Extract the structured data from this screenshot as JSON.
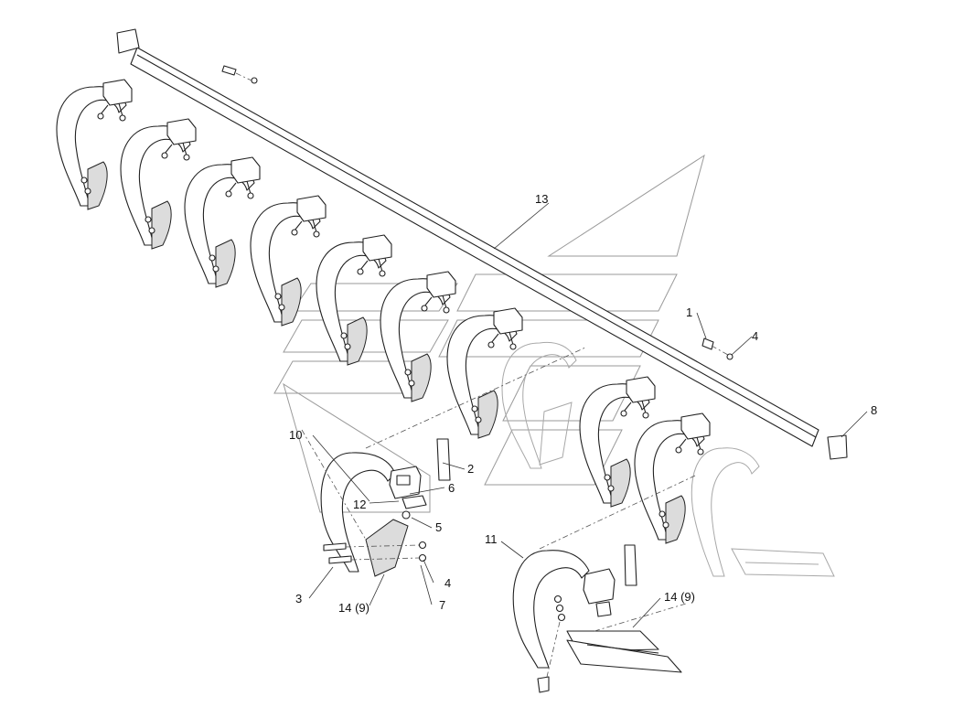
{
  "callouts": {
    "c1": "1",
    "c2": "2",
    "c3": "3",
    "c4a": "4",
    "c4b": "4",
    "c5": "5",
    "c6": "6",
    "c7": "7",
    "c8": "8",
    "c10": "10",
    "c11": "11",
    "c12": "12",
    "c13": "13",
    "c14a": "14 (9)",
    "c14b": "14 (9)"
  },
  "colors": {
    "line": "#222222",
    "ghost": "#a8a8a8",
    "shade": "#dcdcdc"
  }
}
